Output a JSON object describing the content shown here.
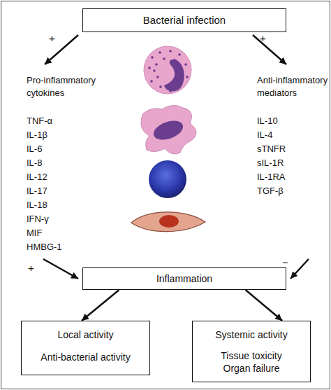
{
  "diagram": {
    "nodes": [
      {
        "text": [
          "Bacterial infection"
        ]
      },
      {
        "text": [
          "Inflammation"
        ]
      },
      {
        "text": [
          "Local activity",
          "Anti-bacterial activity"
        ]
      },
      {
        "text": [
          "Systemic activity",
          "Tissue toxicity",
          "Organ failure"
        ]
      }
    ],
    "edges": [
      {
        "from": 1,
        "to": 2,
        "arrow": "to"
      },
      {
        "from": 1,
        "to": 3,
        "arrow": "to"
      }
    ],
    "labels": [
      "+",
      "+",
      "Pro-inflammatory cytokines",
      "TNF-α",
      "IL-1β",
      "IL-6",
      "IL-8",
      "IL-12",
      "IL-17",
      "IL-18",
      "IFN-γ",
      "MIF",
      "HMBG-1",
      "Anti-inflammatory mediators",
      "IL-10",
      "IL-4",
      "sTNFR",
      "sIL-1R",
      "IL-1RA",
      "TGF-β",
      "+",
      "−"
    ]
  }
}
